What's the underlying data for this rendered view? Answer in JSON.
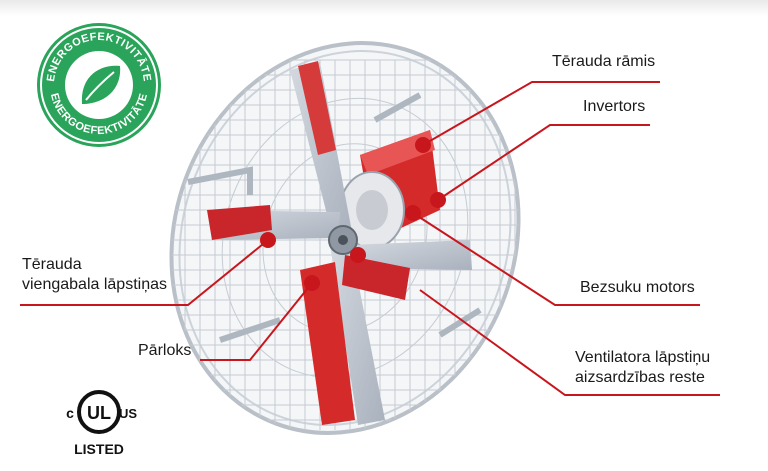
{
  "badge": {
    "text": "ENERGOEFEKTIVITĀTE",
    "color": "#2aa45a",
    "icon": "leaf-icon"
  },
  "certification": {
    "mark": "UL",
    "c_letter": "c",
    "us_letters": "US",
    "listed": "LISTED",
    "icon": "ul-listed-icon"
  },
  "callouts": [
    {
      "id": "steel-frame",
      "lines": [
        "Tērauda rāmis"
      ]
    },
    {
      "id": "inverter",
      "lines": [
        "Invertors"
      ]
    },
    {
      "id": "brushless-motor",
      "lines": [
        "Bezsuku motors"
      ]
    },
    {
      "id": "blade-guard",
      "lines": [
        "Ventilatora lāpstiņu",
        "aizsardzības reste"
      ]
    },
    {
      "id": "steel-blades",
      "lines": [
        "Tērauda",
        "viengabala lāpstiņas"
      ]
    },
    {
      "id": "hub",
      "lines": [
        "Pārloks"
      ]
    }
  ],
  "colors": {
    "accent": "#c8161d",
    "frame": "#d9dde3",
    "blade": "#bfc6d0",
    "text": "#1a1a1a"
  }
}
